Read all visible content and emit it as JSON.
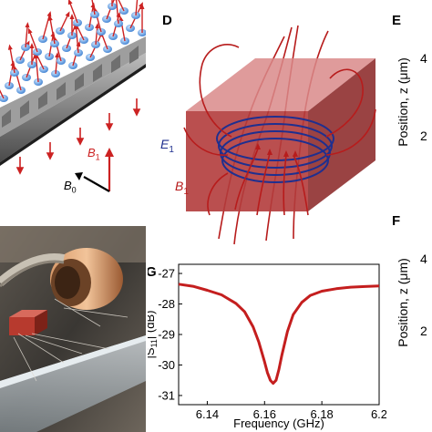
{
  "panels": {
    "d": "D",
    "e": "E",
    "f": "F",
    "g": "G"
  },
  "panel_c": {
    "b1": "B",
    "b1_sub": "1",
    "b0": "B",
    "b0_sub": "0"
  },
  "panel_d": {
    "e1": "E",
    "e1_sub": "1",
    "b1": "B",
    "b1_sub": "1"
  },
  "panel_e": {
    "ylabel": "Position, z (μm)",
    "ticks": [
      "4",
      "2"
    ]
  },
  "panel_f": {
    "ylabel": "Position, z (μm)",
    "ticks": [
      "4",
      "2"
    ]
  },
  "colors": {
    "spin_red": "#cc2222",
    "resonator_red": "#b83434",
    "e_field_blue": "#1f2f8f",
    "trace_red": "#c41e1e"
  },
  "chart_data": {
    "type": "line",
    "title": "",
    "xlabel": "Frequency (GHz)",
    "ylabel": "|S11| (dB)",
    "xlim": [
      6.13,
      6.2
    ],
    "ylim": [
      -31.3,
      -26.7
    ],
    "xticks": [
      "6.14",
      "6.16",
      "6.18",
      "6.2"
    ],
    "yticks": [
      "-27",
      "-28",
      "-29",
      "-30",
      "-31"
    ],
    "series": [
      {
        "x": [
          6.13,
          6.135,
          6.14,
          6.145,
          6.15,
          6.153,
          6.156,
          6.158,
          6.16,
          6.161,
          6.162,
          6.163,
          6.164,
          6.165,
          6.166,
          6.168,
          6.17,
          6.173,
          6.176,
          6.18,
          6.185,
          6.19,
          6.195,
          6.2
        ],
        "y": [
          -27.35,
          -27.42,
          -27.55,
          -27.7,
          -27.98,
          -28.25,
          -28.75,
          -29.25,
          -29.9,
          -30.25,
          -30.5,
          -30.6,
          -30.5,
          -30.15,
          -29.7,
          -28.9,
          -28.35,
          -27.95,
          -27.72,
          -27.58,
          -27.5,
          -27.45,
          -27.43,
          -27.41
        ]
      }
    ]
  }
}
